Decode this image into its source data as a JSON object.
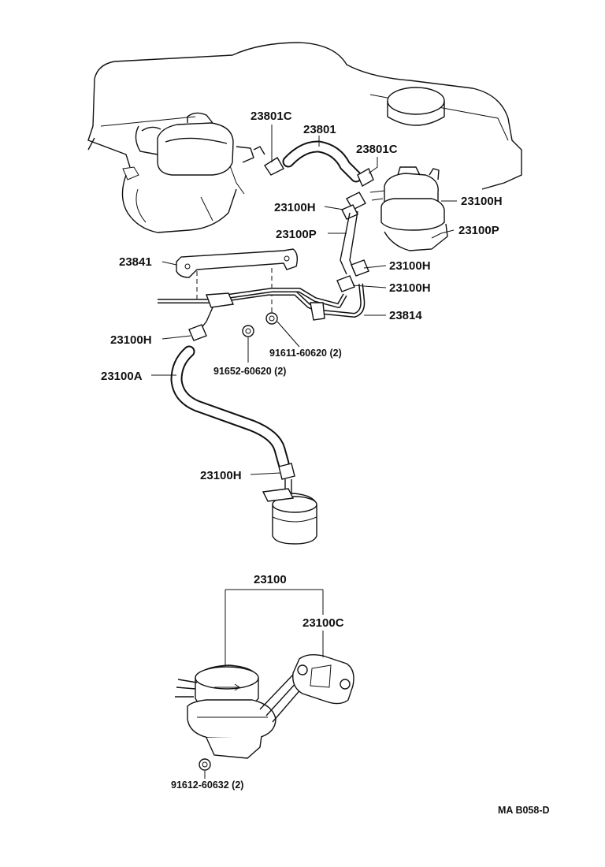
{
  "labels": {
    "l_23801c_a": "23801C",
    "l_23801": "23801",
    "l_23801c_b": "23801C",
    "l_23100h_r1": "23100H",
    "l_23100h_l1": "23100H",
    "l_23100p_l": "23100P",
    "l_23100p_r": "23100P",
    "l_23841": "23841",
    "l_23100h_r2": "23100H",
    "l_23100h_r3": "23100H",
    "l_23814": "23814",
    "l_23100h_l2": "23100H",
    "l_91611": "91611-60620 (2)",
    "l_23100a": "23100A",
    "l_91652": "91652-60620 (2)",
    "l_23100h_l3": "23100H",
    "l_23100": "23100",
    "l_23100c": "23100C",
    "l_91612": "91612-60632 (2)"
  },
  "figure_code": "MA  B058-D"
}
